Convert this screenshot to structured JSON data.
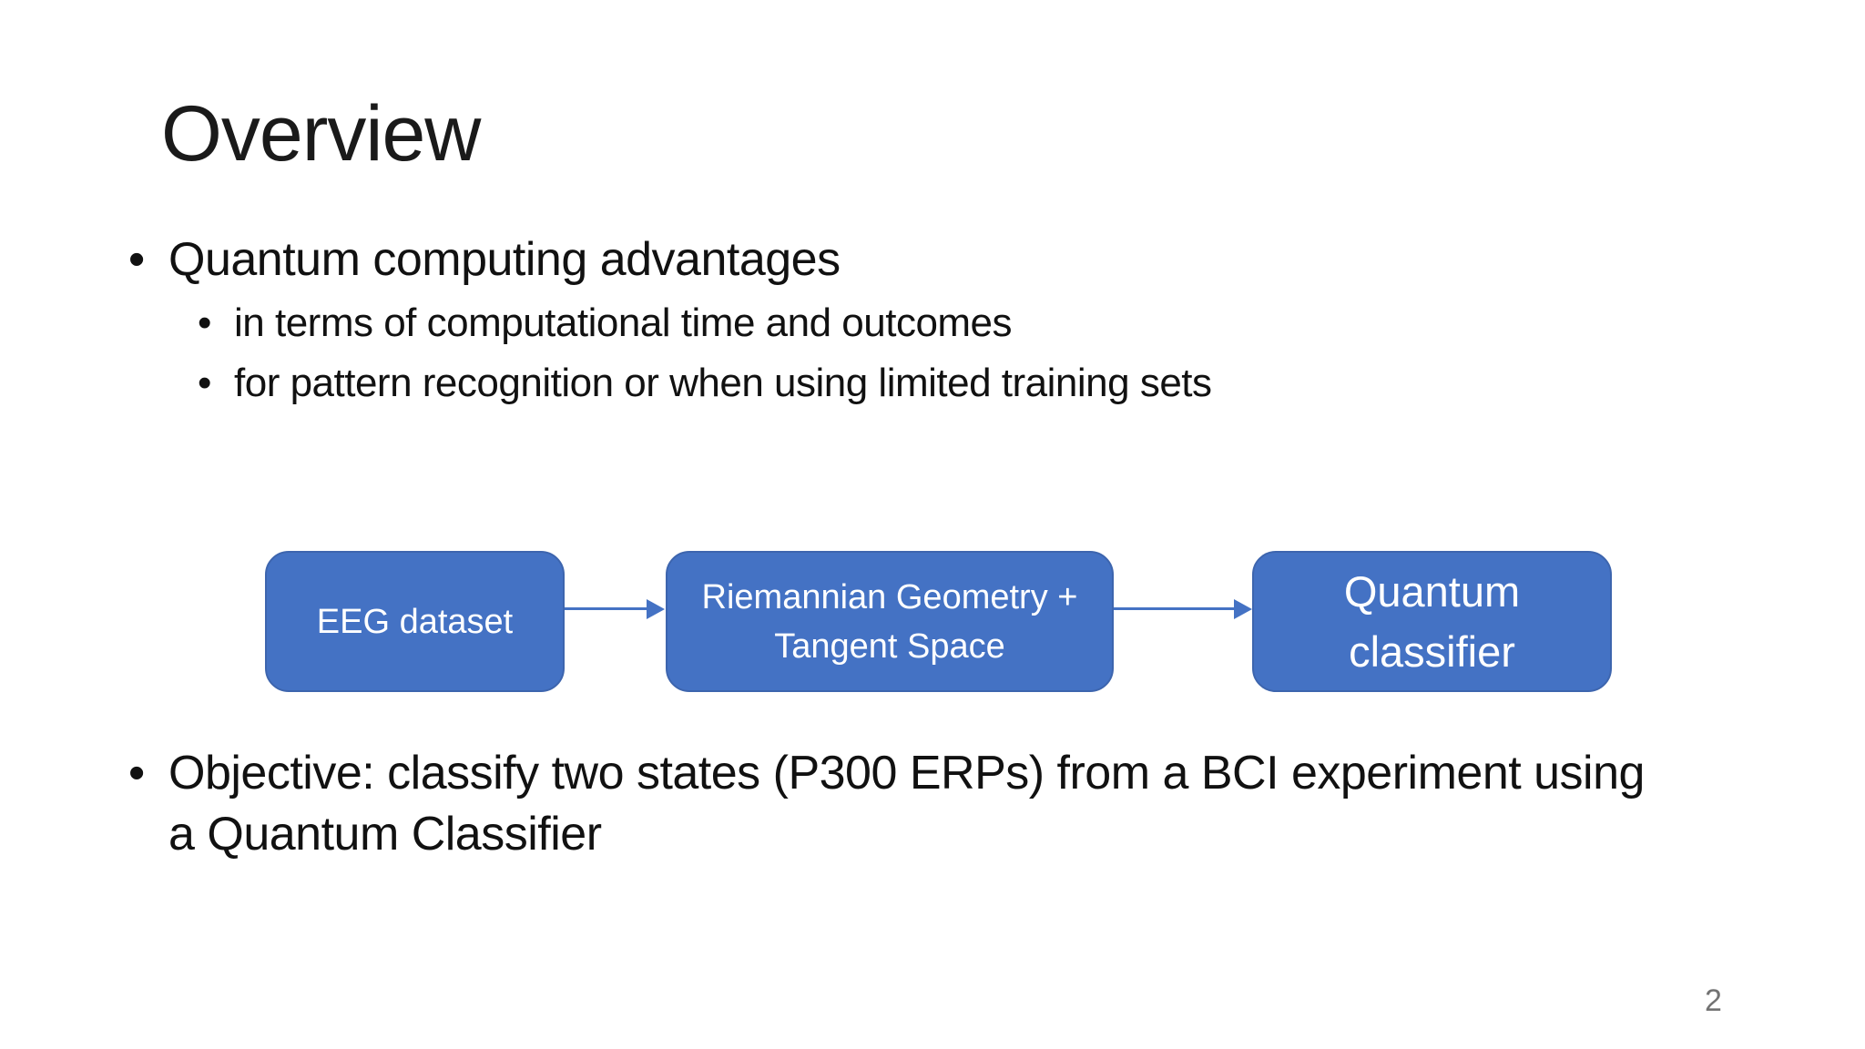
{
  "slide": {
    "title": "Overview",
    "bullet_char": "•",
    "bullets": {
      "main": "Quantum computing advantages",
      "sub": [
        "in terms of computational time and outcomes",
        "for pattern recognition or when using limited training sets"
      ]
    },
    "diagram": {
      "nodes": [
        {
          "lines": [
            "EEG dataset",
            ""
          ]
        },
        {
          "lines": [
            "Riemannian Geometry +",
            "Tangent Space"
          ]
        },
        {
          "lines": [
            "Quantum",
            "classifier"
          ]
        }
      ],
      "node_fill_color": "#4472C4",
      "node_border_color": "#3D65AE",
      "node_text_color": "#FFFFFF",
      "arrow_color": "#4472C4"
    },
    "objective": {
      "lines": [
        "Objective: classify two states (P300 ERPs) from a BCI experiment using",
        "a Quantum Classifier"
      ]
    },
    "page_number": "2",
    "colors": {
      "background": "#FFFFFF",
      "body_text": "#111111",
      "title_text": "#1A1A1A",
      "page_number_text": "#737373"
    }
  }
}
